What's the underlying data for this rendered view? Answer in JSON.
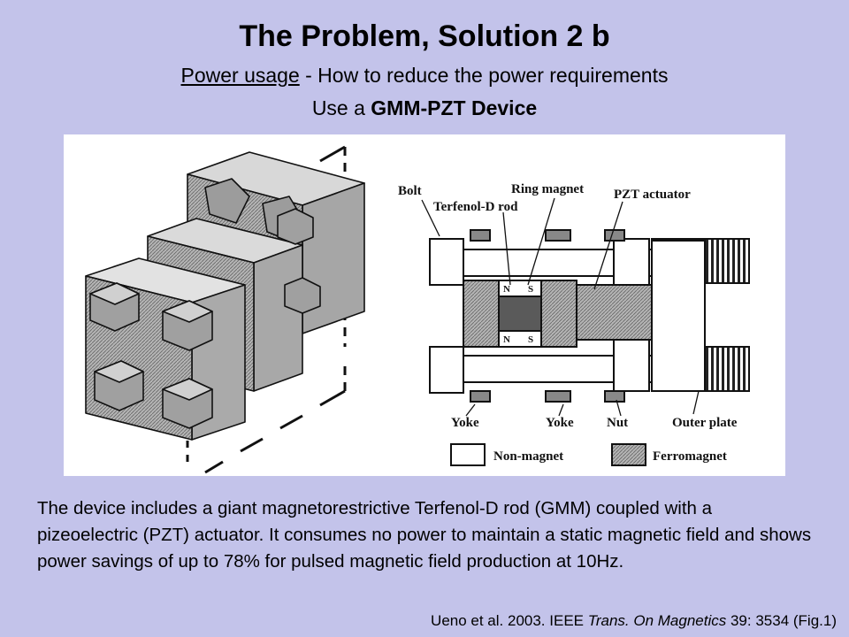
{
  "header": {
    "title": "The Problem, Solution 2 b",
    "subtitle_underlined": "Power usage",
    "subtitle_rest": " - How to reduce the power requirements",
    "line2_prefix": "Use a ",
    "line2_bold": "GMM-PZT Device"
  },
  "figure": {
    "labels": {
      "bolt": "Bolt",
      "ring_magnet": "Ring magnet",
      "terfenol": "Terfenol-D rod",
      "pzt": "PZT actuator",
      "yoke_left": "Yoke",
      "yoke_right": "Yoke",
      "nut": "Nut",
      "outer_plate": "Outer plate",
      "n_top": "N",
      "s_top": "S",
      "n_bottom": "N",
      "s_bottom": "S"
    },
    "legend": {
      "non_magnet": "Non-magnet",
      "ferromagnet": "Ferromagnet"
    },
    "colors": {
      "ferro": "#9a9a9a",
      "magnet": "#5a5a5a",
      "pzt": "#7a7a7a"
    }
  },
  "description": "The device includes a giant magnetorestrictive Terfenol-D rod (GMM) coupled with a pizeoelectric (PZT) actuator.  It consumes no power to maintain a static magnetic field and shows power savings of up to 78% for pulsed magnetic field production at 10Hz.",
  "citation": {
    "prefix": "Ueno et al. 2003. IEEE ",
    "journal": "Trans. On Magnetics",
    "suffix": " 39: 3534 (Fig.1)"
  }
}
